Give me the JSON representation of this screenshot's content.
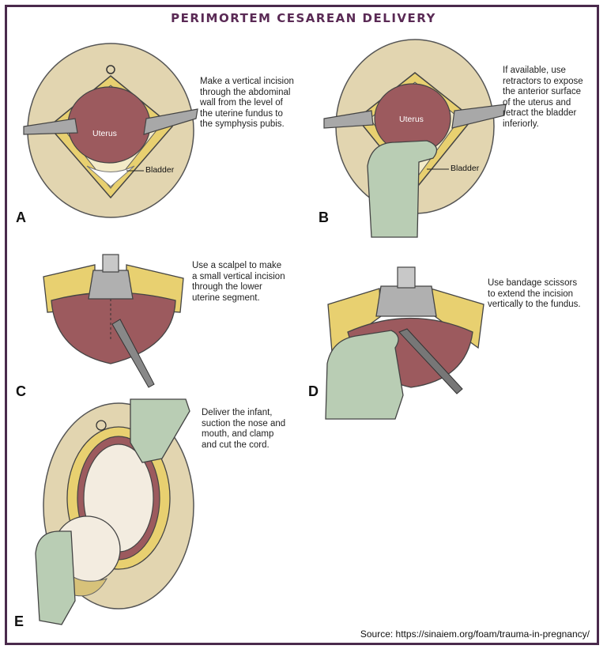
{
  "title": "PERIMORTEM CESAREAN DELIVERY",
  "panels": {
    "a": {
      "letter": "A",
      "caption": [
        "Make a vertical incision",
        "through the abdominal",
        "wall from the level of",
        "the uterine fundus to",
        "the symphysis pubis."
      ],
      "labels": {
        "uterus": "Uterus",
        "bladder": "Bladder"
      }
    },
    "b": {
      "letter": "B",
      "caption": [
        "If available, use",
        "retractors to expose",
        "the anterior surface",
        "of the uterus and",
        "retract the bladder",
        "inferiorly."
      ],
      "labels": {
        "uterus": "Uterus",
        "bladder": "Bladder"
      }
    },
    "c": {
      "letter": "C",
      "caption": [
        "Use a scalpel to make",
        "a small vertical incision",
        "through the lower",
        "uterine segment."
      ]
    },
    "d": {
      "letter": "D",
      "caption": [
        "Use bandage scissors",
        "to extend the incision",
        "vertically to the fundus."
      ]
    },
    "e": {
      "letter": "E",
      "caption": [
        "Deliver the infant,",
        "suction the nose and",
        "mouth, and clamp",
        "and cut the cord."
      ]
    }
  },
  "source": "Source: https://sinaiem.org/foam/trauma-in-pregnancy/",
  "colors": {
    "frame": "#4a2a4c",
    "title": "#5a2a55",
    "skin": "#e2d5b0",
    "fat": "#e8d070",
    "uterus": "#9c5a5e",
    "glove": "#b9cdb4",
    "metal": "#9a9a9a"
  }
}
